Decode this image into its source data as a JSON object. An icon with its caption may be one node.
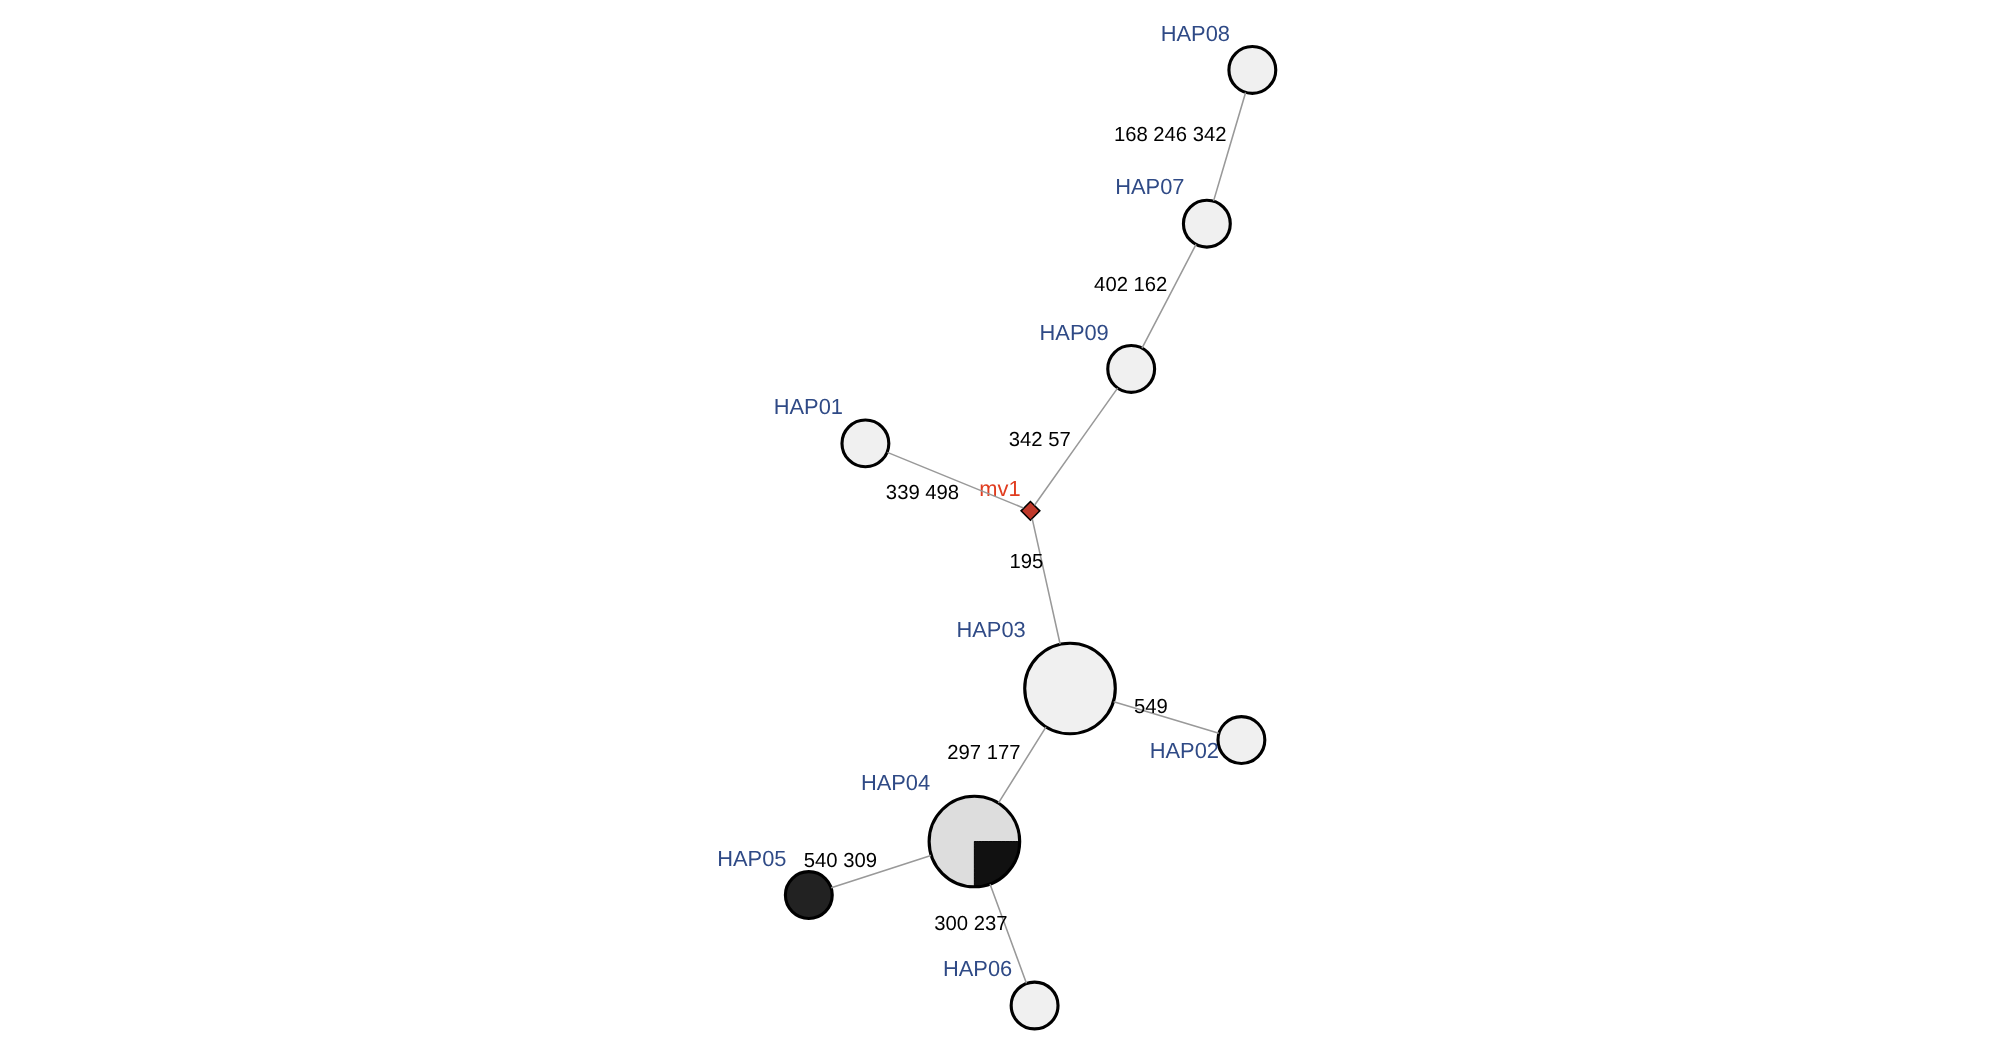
{
  "diagram": {
    "nodes": [
      {
        "text": [],
        "shape": "circle",
        "beside": [
          "HAP08"
        ]
      },
      {
        "text": [],
        "shape": "circle",
        "beside": [
          "HAP07"
        ]
      },
      {
        "text": [],
        "shape": "circle",
        "beside": [
          "HAP01"
        ]
      },
      {
        "text": [],
        "shape": "circle",
        "beside": [
          "HAP09"
        ]
      },
      {
        "text": [],
        "shape": "diamond",
        "beside": [
          "mv1"
        ]
      },
      {
        "text": [],
        "shape": "circle",
        "beside": [
          "HAP05"
        ]
      },
      {
        "text": [],
        "shape": "circle",
        "beside": [
          "HAP04"
        ]
      },
      {
        "text": [],
        "shape": "circle",
        "beside": [
          "HAP03"
        ]
      },
      {
        "text": [],
        "shape": "circle",
        "beside": [
          "HAP06"
        ]
      },
      {
        "text": [],
        "shape": "circle",
        "beside": [
          "HAP02"
        ]
      }
    ],
    "edges": [
      {
        "from": 0,
        "to": 1,
        "arrow": "none",
        "label": "168 246 342"
      },
      {
        "from": 1,
        "to": 3,
        "arrow": "none",
        "label": "402 162"
      },
      {
        "from": 3,
        "to": 4,
        "arrow": "none",
        "label": "342 57"
      },
      {
        "from": 4,
        "to": 2,
        "arrow": "none",
        "label": "339 498"
      },
      {
        "from": 4,
        "to": 7,
        "arrow": "none",
        "label": "195"
      },
      {
        "from": 7,
        "to": 6,
        "arrow": "none",
        "label": "297 177"
      },
      {
        "from": 6,
        "to": 5,
        "arrow": "none",
        "label": "540 309"
      },
      {
        "from": 6,
        "to": 8,
        "arrow": "none",
        "label": "300 237"
      },
      {
        "from": 7,
        "to": 9,
        "arrow": "none",
        "label": "549"
      }
    ]
  }
}
